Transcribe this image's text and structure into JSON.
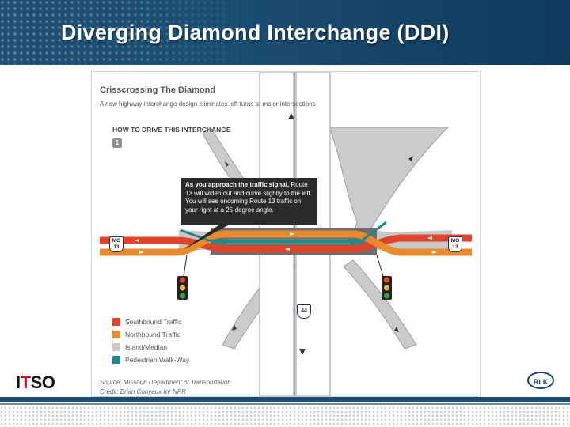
{
  "slide": {
    "title": "Diverging Diamond Interchange (DDI)"
  },
  "figure": {
    "title": "Crisscrossing The Diamond",
    "subtitle": "A new highway interchange design eliminates left turns at major intersections",
    "how_to_heading": "HOW TO DRIVE THIS INTERCHANGE",
    "step_number": "1",
    "callout_bold": "As you approach the traffic signal,",
    "callout_rest": " Route 13 will widen out and curve slightly to the left. You will see oncoming Route 13 traffic on your right at a 25-degree angle.",
    "shield_left": {
      "line1": "MO",
      "line2": "13"
    },
    "shield_right": {
      "line1": "MO",
      "line2": "13"
    },
    "interstate_shield": "44",
    "legend": [
      {
        "label": "Southbound Traffic",
        "color": "#e0452b"
      },
      {
        "label": "Northbound Traffic",
        "color": "#e98a2c"
      },
      {
        "label": "Island/Median",
        "color": "#c8c8c8"
      },
      {
        "label": "Pedestrian Walk-Way",
        "color": "#1f8a8a"
      }
    ],
    "source": "Source: Missouri Department of Transportation",
    "credit": "Credit: Brian Conyaux for NPR"
  },
  "logos": {
    "left_pre": "I",
    "left_t": "T",
    "left_post": "SO",
    "right": "RLK"
  },
  "colors": {
    "banner": "#1b4d72",
    "southbound": "#e0452b",
    "northbound": "#e98a2c",
    "median": "#c8c8c8",
    "walkway": "#1f8a8a"
  }
}
